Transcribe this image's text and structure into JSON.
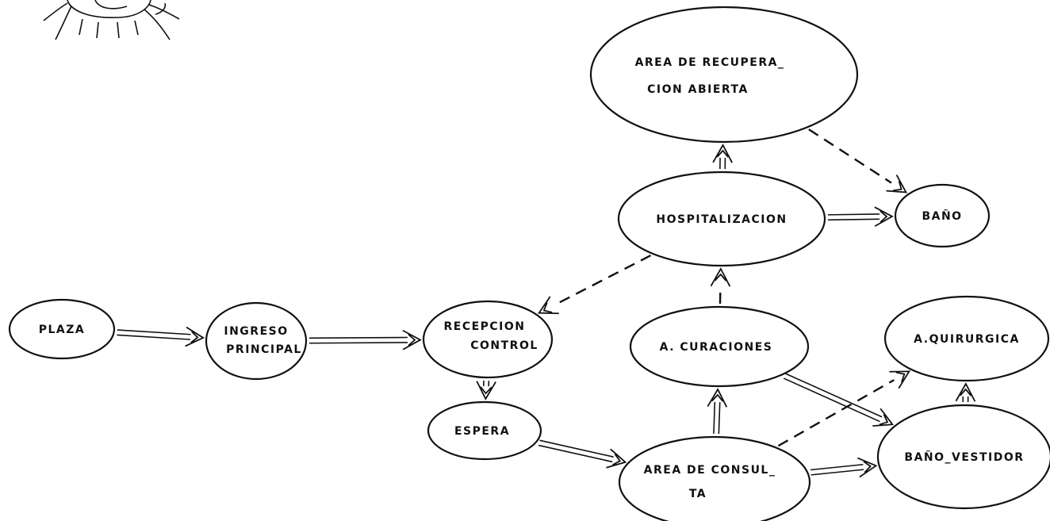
{
  "nodes": {
    "plaza": {
      "lines": [
        "PLAZA"
      ]
    },
    "ingreso": {
      "lines": [
        "INGRESO",
        "PRINCIPAL"
      ]
    },
    "recepcion": {
      "lines": [
        "RECEPCION",
        "CONTROL"
      ]
    },
    "espera": {
      "lines": [
        "ESPERA"
      ]
    },
    "consulta": {
      "lines": [
        "AREA DE CONSUL_",
        "TA"
      ]
    },
    "curaciones": {
      "lines": [
        "A. CURACIONES"
      ]
    },
    "hospitalizacion": {
      "lines": [
        "HOSPITALIZACION"
      ]
    },
    "recuperacion": {
      "lines": [
        "AREA DE RECUPERA_",
        "CION ABIERTA"
      ]
    },
    "bano": {
      "lines": [
        "BAÑO"
      ]
    },
    "quirurgica": {
      "lines": [
        "A.QUIRURGICA"
      ]
    },
    "bano_vestidor": {
      "lines": [
        "BAÑO_VESTIDOR"
      ]
    }
  },
  "connections": [
    {
      "from": "plaza",
      "to": "ingreso",
      "style": "double-arrow"
    },
    {
      "from": "ingreso",
      "to": "recepcion",
      "style": "double-arrow"
    },
    {
      "from": "recepcion",
      "to": "espera",
      "style": "double-arrow"
    },
    {
      "from": "espera",
      "to": "consulta",
      "style": "double-arrow"
    },
    {
      "from": "consulta",
      "to": "curaciones",
      "style": "double-arrow"
    },
    {
      "from": "consulta",
      "to": "bano_vestidor",
      "style": "double-arrow"
    },
    {
      "from": "consulta",
      "to": "quirurgica",
      "style": "dashed-arrow"
    },
    {
      "from": "curaciones",
      "to": "bano_vestidor",
      "style": "double-arrow"
    },
    {
      "from": "curaciones",
      "to": "hospitalizacion",
      "style": "dashed-arrow"
    },
    {
      "from": "hospitalizacion",
      "to": "recuperacion",
      "style": "double-arrow"
    },
    {
      "from": "hospitalizacion",
      "to": "bano",
      "style": "double-arrow"
    },
    {
      "from": "hospitalizacion",
      "to": "recepcion",
      "style": "dashed-arrow"
    },
    {
      "from": "recuperacion",
      "to": "bano",
      "style": "dashed-arrow"
    },
    {
      "from": "bano_vestidor",
      "to": "quirurgica",
      "style": "double-arrow"
    }
  ]
}
